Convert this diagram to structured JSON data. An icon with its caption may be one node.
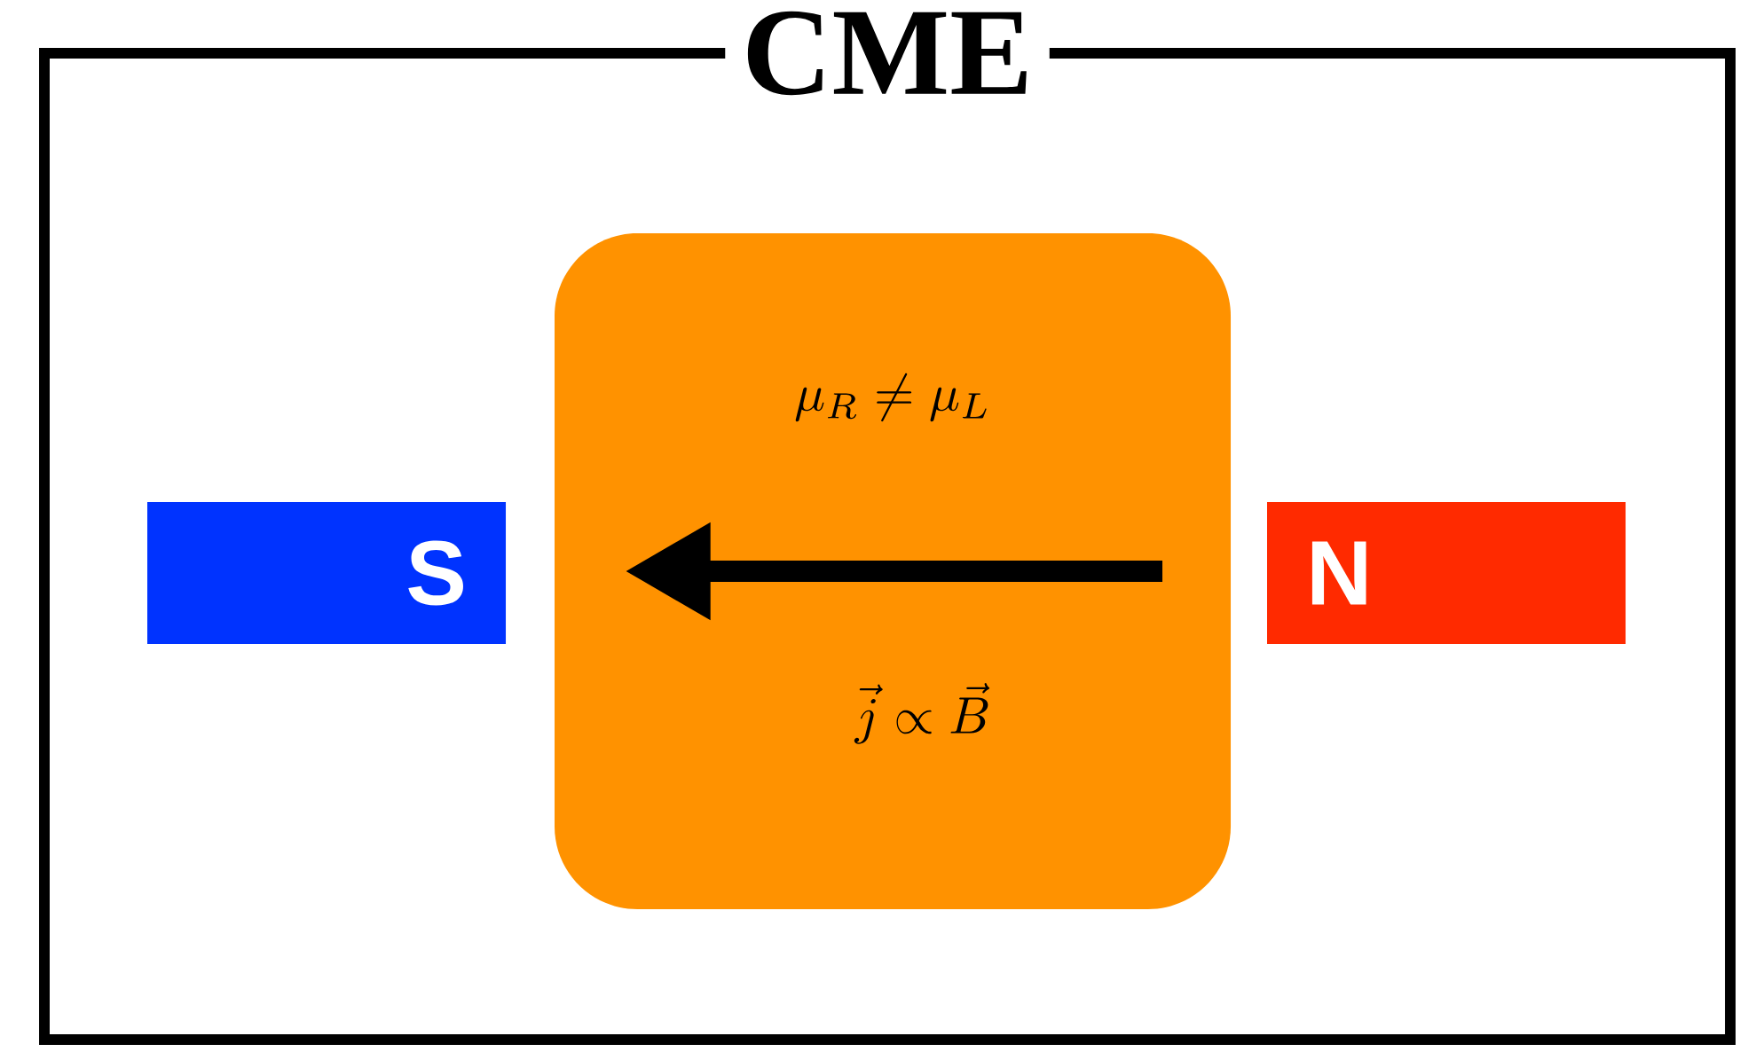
{
  "diagram": {
    "nodes": [
      {
        "text": [
          "CME"
        ]
      },
      {
        "text": [
          "\\mu_R \\neq \\mu_L",
          "\\vec{j} \\propto \\vec{B}"
        ],
        "in": 0
      },
      {
        "text": [
          "S"
        ],
        "in": 0
      },
      {
        "text": [
          "N"
        ],
        "in": 0
      }
    ]
  }
}
